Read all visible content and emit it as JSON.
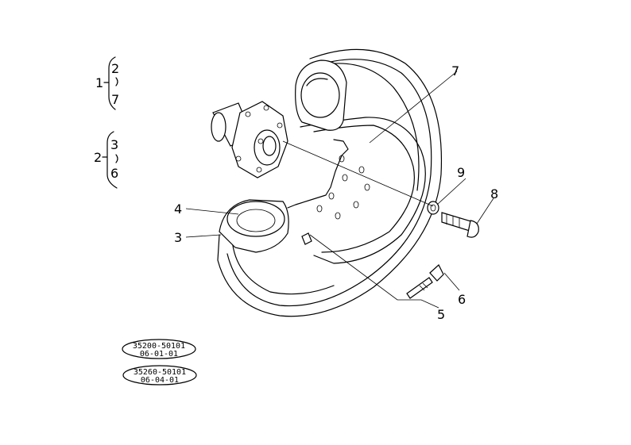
{
  "groups": [
    {
      "parent": "1",
      "children": [
        "2",
        "7"
      ]
    },
    {
      "parent": "2",
      "children": [
        "3",
        "6"
      ]
    }
  ],
  "callouts": [
    "1",
    "2",
    "3",
    "4",
    "5",
    "6",
    "7",
    "8",
    "9"
  ],
  "part_refs": [
    {
      "code": "35200-50101",
      "sub": "06-01-01"
    },
    {
      "code": "35260-50101",
      "sub": "06-04-01"
    }
  ]
}
